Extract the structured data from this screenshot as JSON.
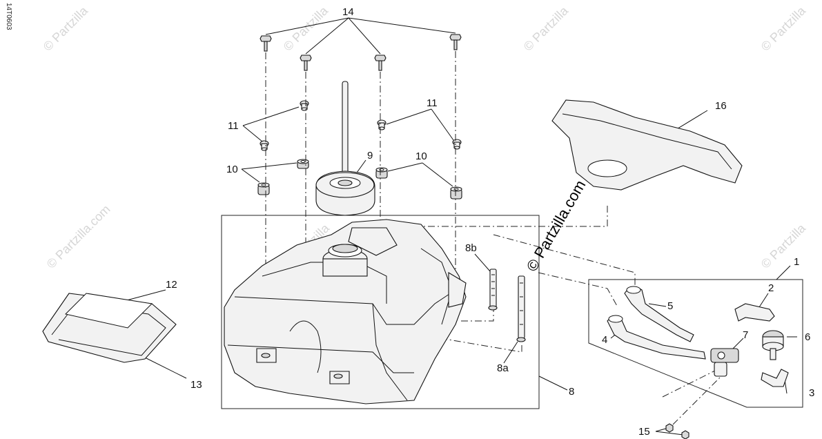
{
  "document_id": "14T0603",
  "watermark_text": "© Partzilla",
  "watermark_main": "© Partzilla.com",
  "callouts": {
    "c1": "1",
    "c2": "2",
    "c3": "3",
    "c4": "4",
    "c5": "5",
    "c6": "6",
    "c7": "7",
    "c8": "8",
    "c8a": "8a",
    "c8b": "8b",
    "c9": "9",
    "c10a": "10",
    "c10b": "10",
    "c11a": "11",
    "c11b": "11",
    "c12": "12",
    "c13": "13",
    "c14": "14",
    "c15": "15",
    "c16": "16"
  },
  "colors": {
    "line": "#111111",
    "fill": "#f2f2f2",
    "watermark": "#d6d6d6"
  }
}
